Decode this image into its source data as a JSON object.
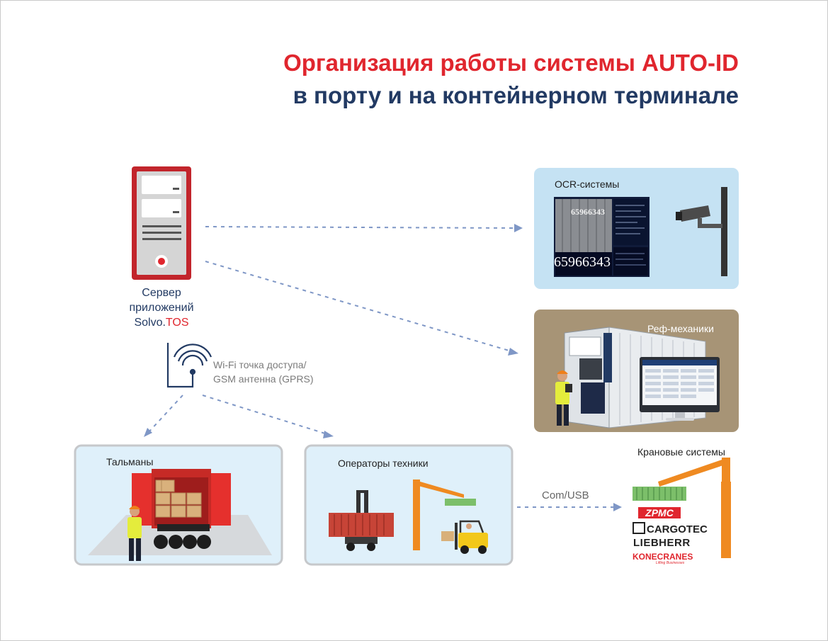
{
  "title": {
    "line1": "Организация работы системы AUTO-ID",
    "line2": "в порту и на контейнерном терминале"
  },
  "server": {
    "line1": "Сервер",
    "line2": "приложений",
    "brand_prefix": "Solvo.",
    "brand_suffix": "TOS"
  },
  "wifi": {
    "line1": "Wi-Fi точка доступа/",
    "line2": "GSM антенна (GPRS)"
  },
  "panels": {
    "ocr": {
      "label": "OCR-системы",
      "container_number": "65966343",
      "plate_text": "65966343"
    },
    "reef": {
      "label": "Реф-механики"
    },
    "tally": {
      "label": "Тальманы"
    },
    "operators": {
      "label": "Операторы техники"
    },
    "crane": {
      "label": "Крановые системы"
    }
  },
  "link": {
    "label": "Com/USB"
  },
  "brands": [
    "ZPMC",
    "CARGOTEC",
    "LIEBHERR",
    "KONECRANES",
    "Lifting Businesses"
  ],
  "colors": {
    "title_red": "#e0262e",
    "title_navy": "#223a63",
    "ocr_bg": "#c5e2f3",
    "reef_bg": "#a79476",
    "panel_light_bg": "#dff0fa",
    "arrow": "#7f97c6",
    "crane_orange": "#ef8a21"
  }
}
